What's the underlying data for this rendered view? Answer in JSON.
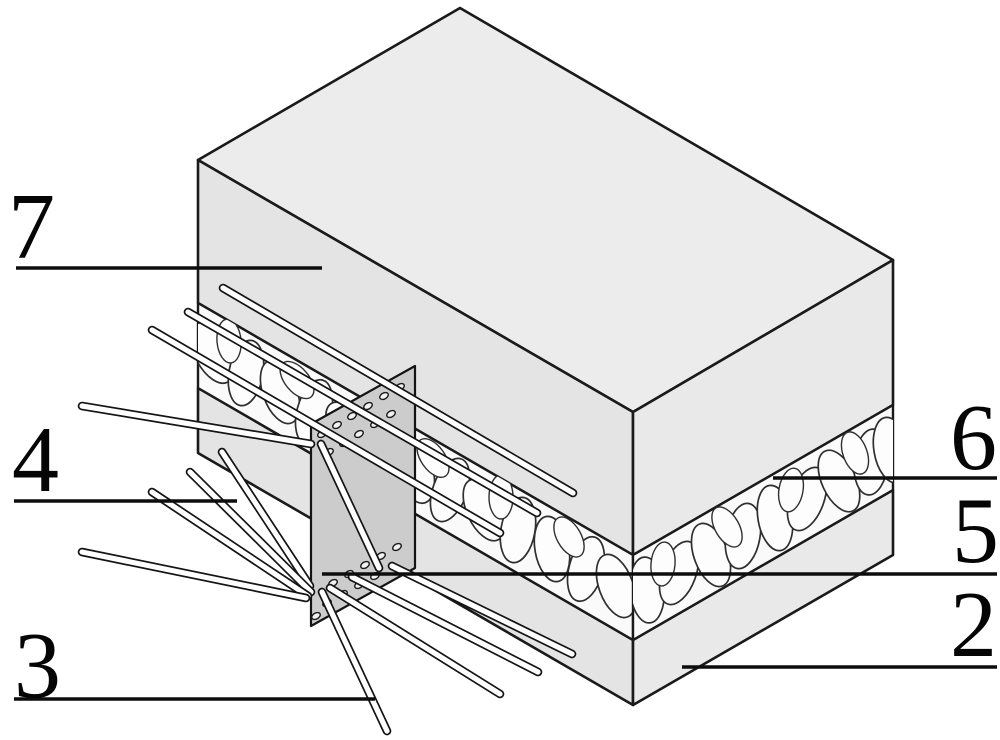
{
  "figure": {
    "description": "Isometric line drawing of a layered sandwich wall panel with an anchor plate and diagonal connector rods",
    "labels": [
      {
        "id": "7",
        "text": "7"
      },
      {
        "id": "4",
        "text": "4"
      },
      {
        "id": "3",
        "text": "3"
      },
      {
        "id": "6",
        "text": "6"
      },
      {
        "id": "5",
        "text": "5"
      },
      {
        "id": "2",
        "text": "2"
      }
    ],
    "colors": {
      "background": "#ffffff",
      "face_top": "#ececec",
      "face_left": "#e4e4e4",
      "face_right": "#e9e9e9",
      "insulation": "#fafafa",
      "plate": "#cccccc",
      "line": "#1a1a1a",
      "rod": "#ffffff"
    }
  }
}
